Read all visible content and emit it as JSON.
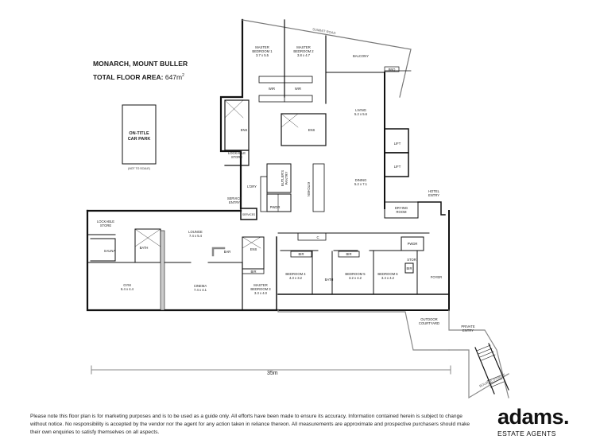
{
  "header": {
    "property_title": "MONARCH, MOUNT BULLER",
    "floor_area_label": "TOTAL FLOOR AREA:",
    "floor_area_value": "647m",
    "floor_area_unit_sup": "2"
  },
  "streets": {
    "north": "SUMMIT ROAD",
    "south": "BOURKE STREET"
  },
  "car_park": {
    "label_line1": "ON-TITLE",
    "label_line2": "CAR PARK",
    "note": "(NOT TO SCALE)"
  },
  "rooms": {
    "master_bed_1": {
      "name": "MASTER",
      "name2": "BEDROOM 1",
      "dims": "3.7 x 5.5"
    },
    "master_bed_2": {
      "name": "MASTER",
      "name2": "BEDROOM 2",
      "dims": "3.8 x 4.7"
    },
    "balcony": {
      "name": "BALCONY"
    },
    "bbq": {
      "name": "BBQ"
    },
    "wir_1": {
      "name": "WIR"
    },
    "wir_2": {
      "name": "WIR"
    },
    "ens_1": {
      "name": "ENS"
    },
    "ens_2": {
      "name": "ENS"
    },
    "living": {
      "name": "LIVING",
      "dims": "5.2 x 5.6"
    },
    "lift_1": {
      "name": "LIFT"
    },
    "lift_2": {
      "name": "LIFT"
    },
    "lockable_store_upper": {
      "name": "LOCKABLE",
      "name2": "STORE"
    },
    "butlers_pantry": {
      "name": "BUTLER'S",
      "name2": "PANTRY"
    },
    "kitchen": {
      "name": "KITCHEN"
    },
    "dining": {
      "name": "DINING",
      "dims": "5.2 x 7.1"
    },
    "ldry": {
      "name": "L'DRY"
    },
    "service_entry": {
      "name": "SERVICE",
      "name2": "ENTRY"
    },
    "services": {
      "name": "SERVICES"
    },
    "pwdr_1": {
      "name": "PWDR"
    },
    "hotel_entry": {
      "name": "HOTEL",
      "name2": "ENTRY"
    },
    "drying_room": {
      "name": "DRYING",
      "name2": "ROOM"
    },
    "lockable_store_lower": {
      "name": "LOCKABLE",
      "name2": "STORE"
    },
    "sauna": {
      "name": "SAUNA"
    },
    "bath_1": {
      "name": "BATH"
    },
    "lounge": {
      "name": "LOUNGE",
      "dims": "7.4 x 5.4"
    },
    "bar": {
      "name": "BAR"
    },
    "ens_3": {
      "name": "ENS"
    },
    "bir_master3": {
      "name": "BIR"
    },
    "gym": {
      "name": "GYM",
      "dims": "6.4 x 4.4"
    },
    "cinema": {
      "name": "CINEMA",
      "dims": "7.4 x 4.1"
    },
    "master_bed_3": {
      "name": "MASTER",
      "name2": "BEDROOM 3",
      "dims": "3.3 x 4.0"
    },
    "cupboard": {
      "name": "C"
    },
    "bir_4": {
      "name": "BIR"
    },
    "bir_5": {
      "name": "BIR"
    },
    "bedroom_4": {
      "name": "BEDROOM 4",
      "dims": "4.3 x 3.2"
    },
    "bath_2": {
      "name": "BATH"
    },
    "bedroom_5": {
      "name": "BEDROOM 5",
      "dims": "3.2 x 4.2"
    },
    "bedroom_6": {
      "name": "BEDROOM 6",
      "dims": "3.4 x 4.2"
    },
    "pwdr_2": {
      "name": "PWDR"
    },
    "store": {
      "name": "STOR"
    },
    "bir_6": {
      "name": "BIR"
    },
    "foyer": {
      "name": "FOYER"
    },
    "outdoor_courtyard": {
      "name": "OUTDOOR",
      "name2": "COURTYARD"
    },
    "private_entry": {
      "name": "PRIVATE",
      "name2": "ENTRY"
    }
  },
  "scale": {
    "label": "35m"
  },
  "footer": {
    "disclaimer": "Please note this floor plan is for marketing purposes and is to be used as a guide only. All efforts have been made to ensure its accuracy. Information contained herein is subject to change without notice. No responsibility is accepted by the vendor nor the agent for any action taken in reliance thereon. All measurements are approximate and prospective purchasers should make their own enquiries to satisfy themselves on all aspects.",
    "logo_main": "adams.",
    "logo_sub": "ESTATE AGENTS"
  }
}
